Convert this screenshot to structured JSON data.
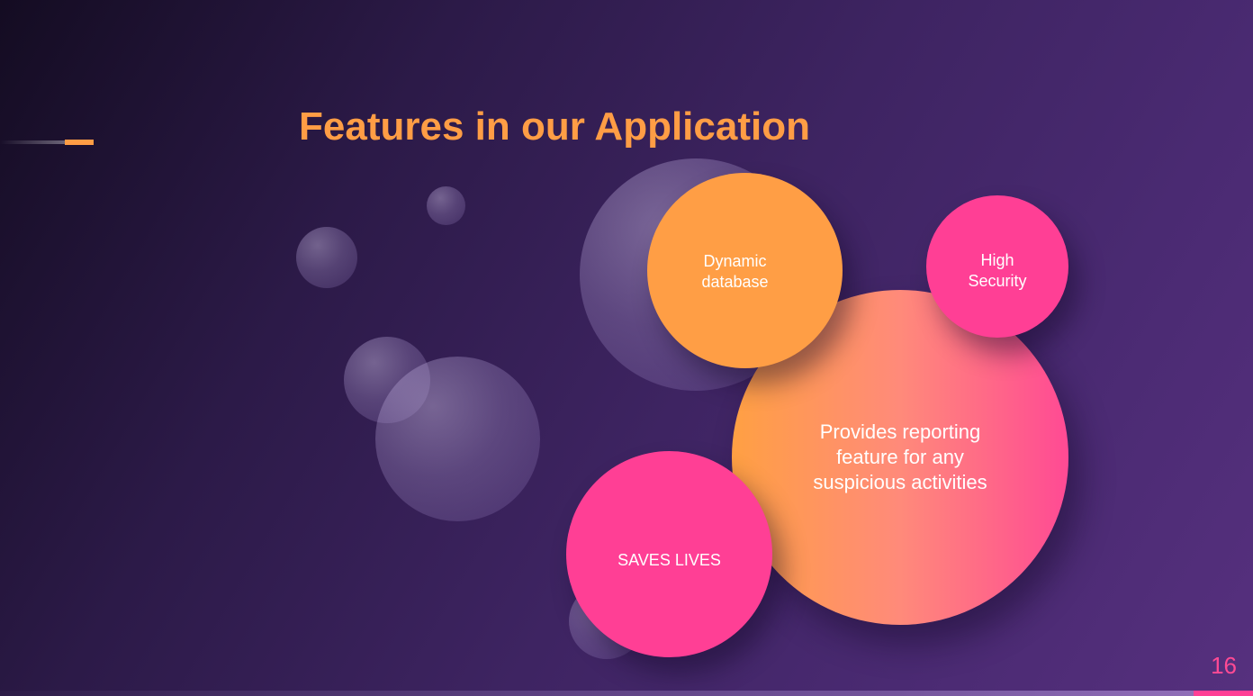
{
  "slide": {
    "title": "Features in our Application",
    "page_number": "16"
  },
  "bubbles": {
    "dynamic_database": "Dynamic\ndatabase",
    "high_security": "High\nSecurity",
    "reporting": "Provides reporting\nfeature for any\nsuspicious activities",
    "saves_lives": "SAVES LIVES"
  },
  "colors": {
    "accent_orange": "#ff9d45",
    "accent_pink": "#ff3f95",
    "background_dark": "#140c22",
    "background_purple": "#56307e"
  }
}
